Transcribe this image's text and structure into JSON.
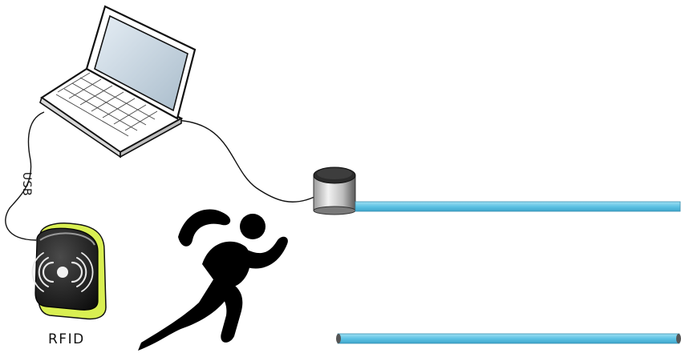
{
  "labels": {
    "usb": "USB",
    "rfid": "RFID"
  },
  "colors": {
    "beam": "#6cc9e8",
    "beam_edge": "#3b8fb0",
    "reader_accent": "#d9ef52",
    "reader_body": "#1a1a1a",
    "runner": "#000000",
    "cable": "#111111"
  },
  "icons": {
    "laptop": "laptop-icon",
    "rfid_reader": "rfid-reader-icon",
    "runner": "runner-icon",
    "sensor": "sensor-cylinder-icon",
    "beam_top": "light-beam-top",
    "beam_bottom": "light-beam-bottom"
  }
}
